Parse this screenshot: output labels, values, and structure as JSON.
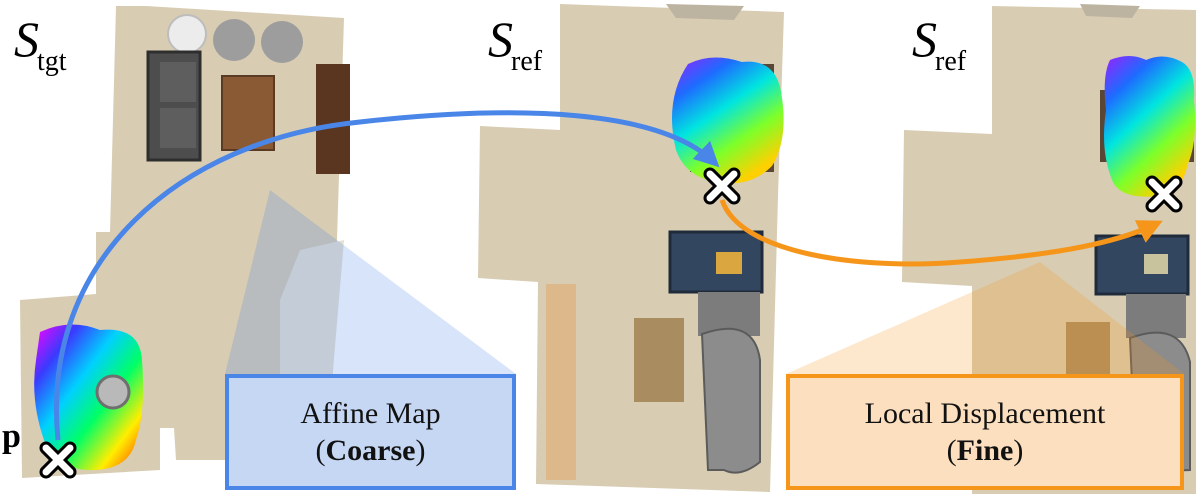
{
  "panels": {
    "target": {
      "symbol": "S",
      "subscript": "tgt"
    },
    "reference_coarse": {
      "symbol": "S",
      "subscript": "ref"
    },
    "reference_fine": {
      "symbol": "S",
      "subscript": "ref"
    }
  },
  "point_label": "p",
  "callouts": {
    "affine": {
      "title": "Affine Map",
      "open": "(",
      "emphasis": "Coarse",
      "close": ")"
    },
    "local": {
      "title": "Local Displacement",
      "open": "(",
      "emphasis": "Fine",
      "close": ")"
    }
  },
  "colors": {
    "affine_arrow": "#4a86e8",
    "local_arrow": "#f5961b",
    "floor": "#d8ccb3",
    "wood": "#8a5a35",
    "sofa": "#33465f"
  }
}
